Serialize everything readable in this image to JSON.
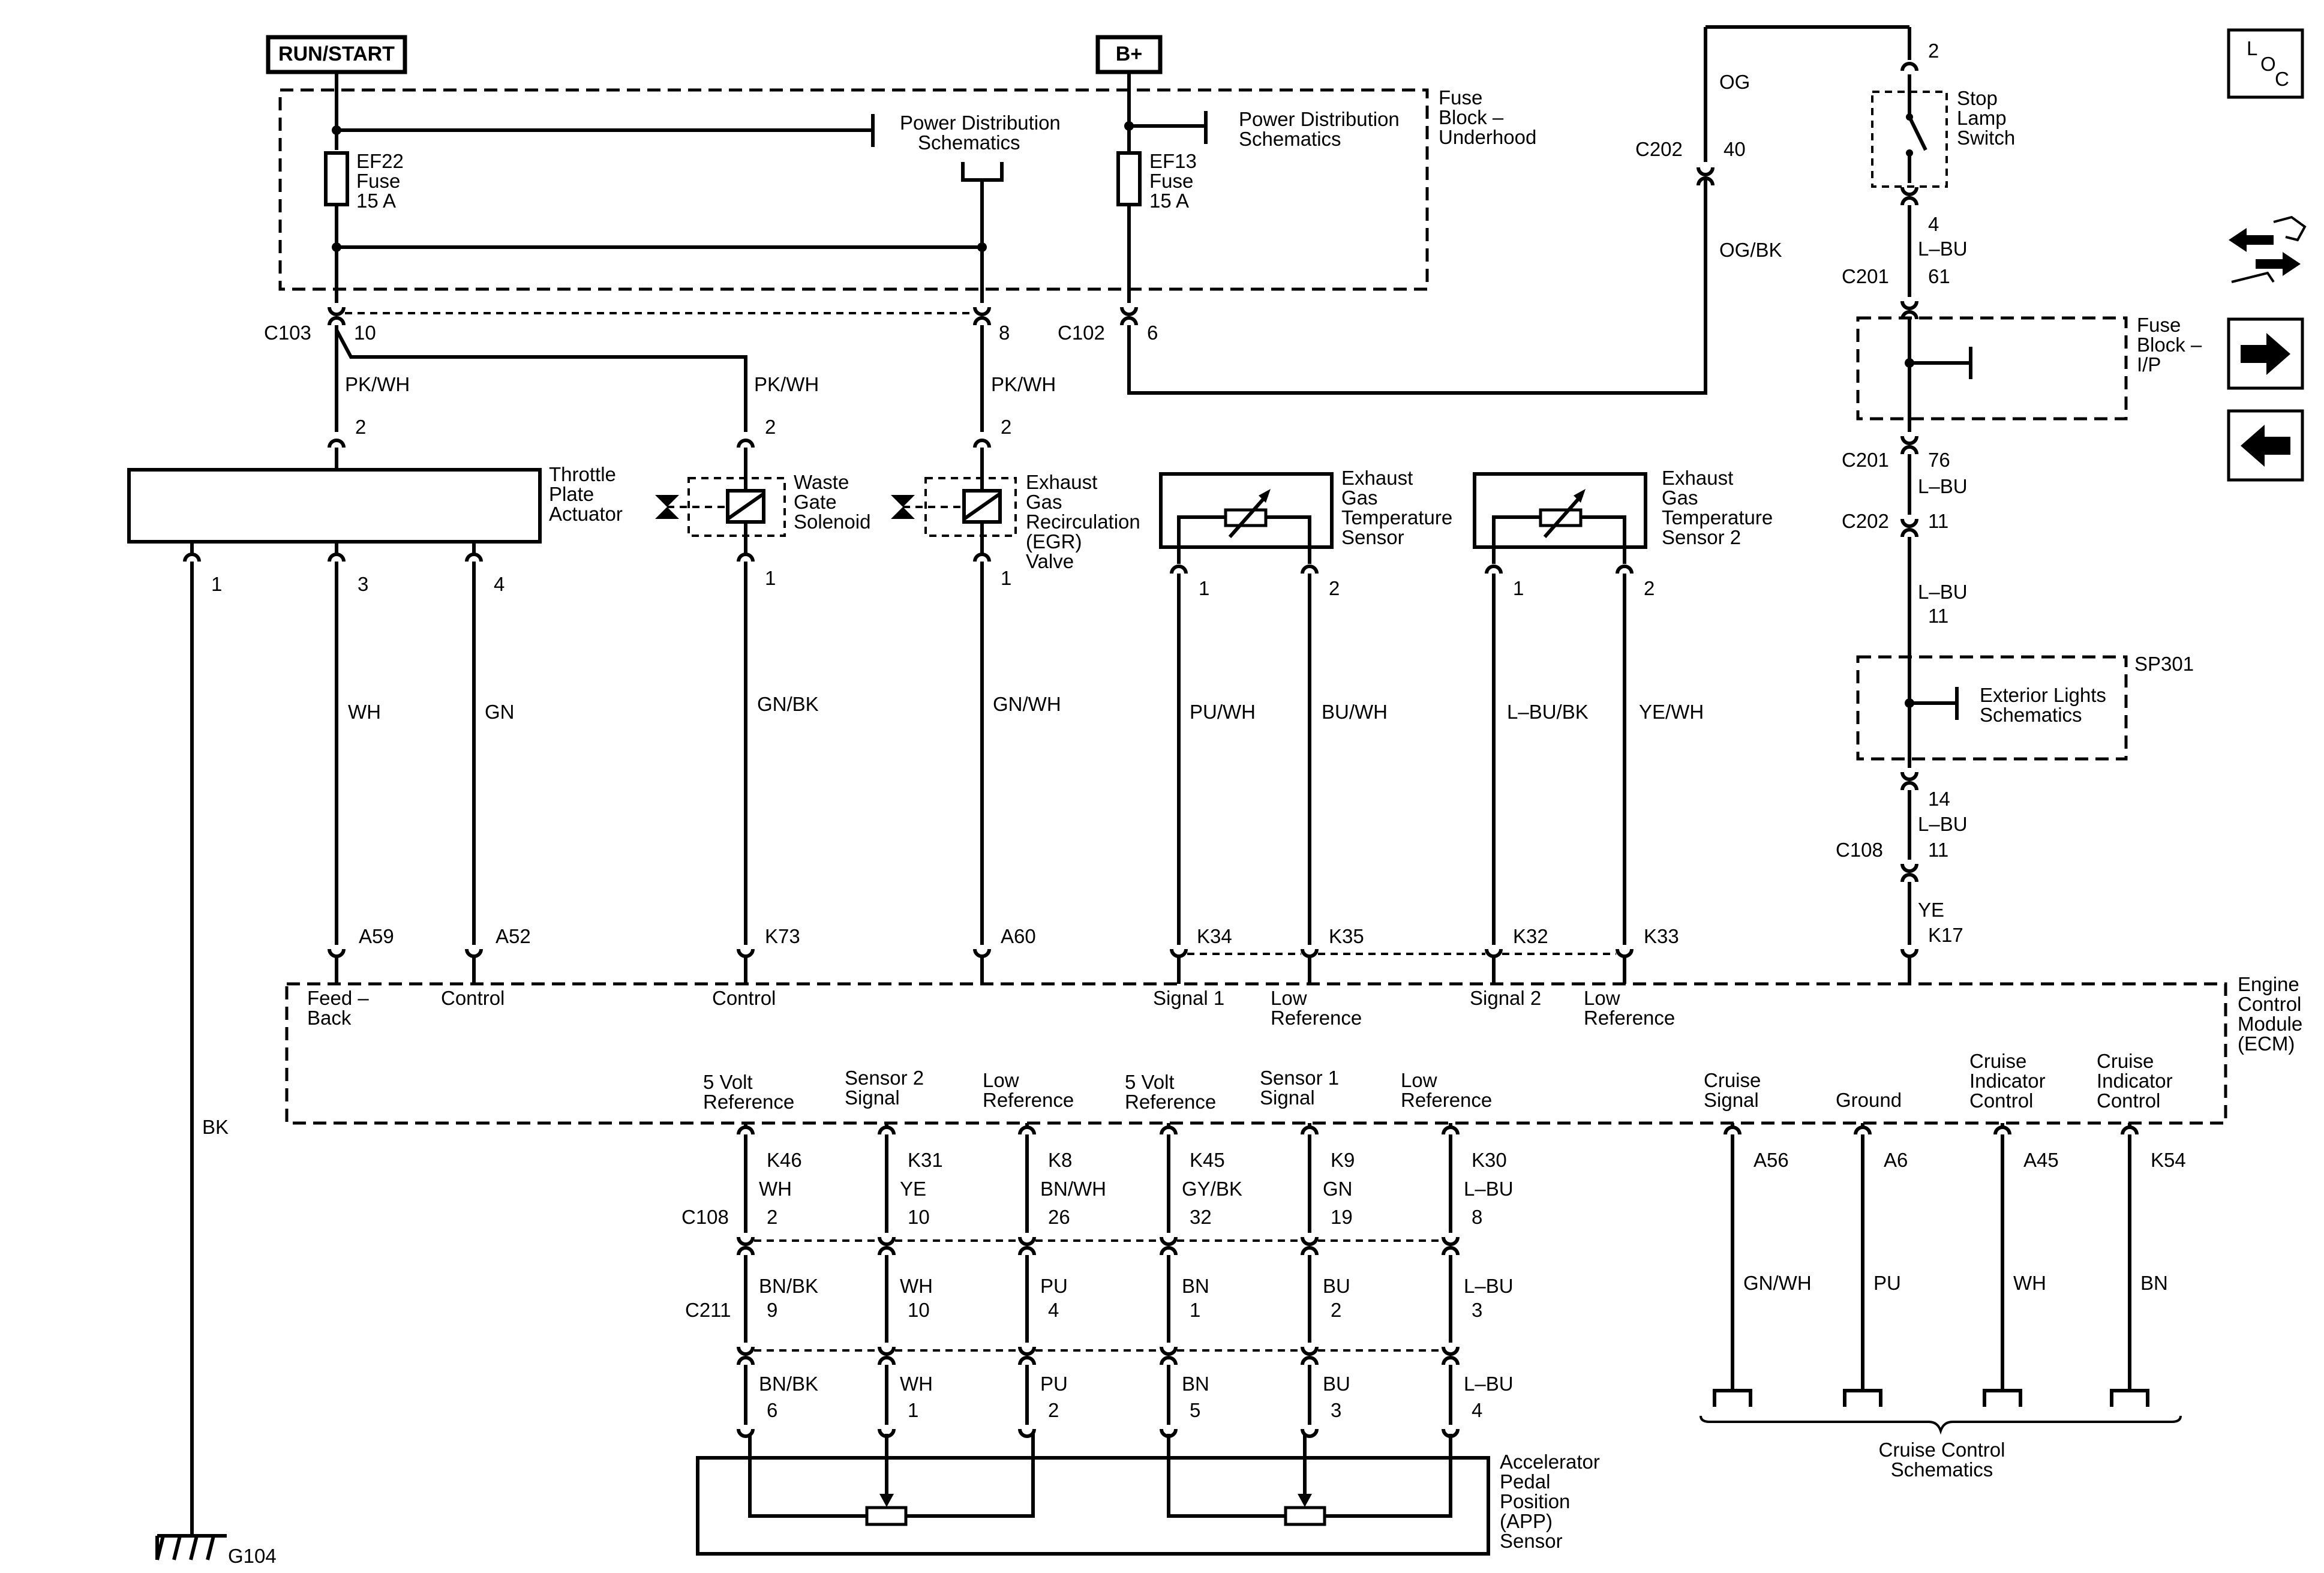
{
  "power": {
    "run_start": "RUN/START",
    "b_plus": "B+",
    "fuse_block_underhood": [
      "Fuse",
      "Block –",
      "Underhood"
    ],
    "power_distribution_1": [
      "Power Distribution",
      "Schematics"
    ],
    "power_distribution_2": [
      "Power Distribution",
      "Schematics"
    ],
    "ef22_fuse": [
      "EF22",
      "Fuse",
      "15 A"
    ],
    "ef13_fuse": [
      "EF13",
      "Fuse",
      "15 A"
    ]
  },
  "connectors": {
    "c103": "C103",
    "c103_pin1": "10",
    "c103_pin2": "8",
    "c102": "C102",
    "c102_pin": "6",
    "c202_top": "C202",
    "c202_top_pin": "40",
    "c201_a": "C201",
    "c201_a_pin": "61",
    "c201_b": "C201",
    "c201_b_pin": "76",
    "c202_b": "C202",
    "c202_b_pin": "11",
    "c108_right": "C108",
    "c108_right_pin": "11",
    "c108_bottom": "C108",
    "c211": "C211"
  },
  "stop_lamp": {
    "pin_top": "2",
    "pin_bottom": "4",
    "label": [
      "Stop",
      "Lamp",
      "Switch"
    ],
    "wire_og": "OG",
    "wire_og_bk": "OG/BK",
    "wire_lbu_1": "L–BU",
    "wire_lbu_2": "L–BU",
    "wire_lbu_3": "L–BU",
    "wire_lbu_3_pin": "11",
    "wire_lbu_4": "L–BU",
    "wire_ye": "YE"
  },
  "fuse_block_ip": [
    "Fuse",
    "Block –",
    "I/P"
  ],
  "sp301": {
    "label": "SP301",
    "exterior_lights": [
      "Exterior Lights",
      "Schematics"
    ],
    "pin_bottom": "14"
  },
  "components": {
    "throttle": {
      "label": [
        "Throttle",
        "Plate",
        "Actuator"
      ],
      "pin_top": "2",
      "pins": [
        "1",
        "3",
        "4"
      ],
      "wire_top": "PK/WH"
    },
    "waste_gate": {
      "label": [
        "Waste",
        "Gate",
        "Solenoid"
      ],
      "pin_top": "2",
      "pin_bottom": "1",
      "wire_top": "PK/WH"
    },
    "egr": {
      "label": [
        "Exhaust",
        "Gas",
        "Recirculation",
        "(EGR)",
        "Valve"
      ],
      "pin_top": "2",
      "pin_bottom": "1",
      "wire_top": "PK/WH"
    },
    "egt1": {
      "label": [
        "Exhaust",
        "Gas",
        "Temperature",
        "Sensor"
      ],
      "pins": [
        "1",
        "2"
      ]
    },
    "egt2": {
      "label": [
        "Exhaust",
        "Gas",
        "Temperature",
        "Sensor 2"
      ],
      "pins": [
        "1",
        "2"
      ]
    },
    "app": {
      "label": [
        "Accelerator",
        "Pedal",
        "Position",
        "(APP)",
        "Sensor"
      ]
    }
  },
  "upper_wires": {
    "wh": "WH",
    "gn": "GN",
    "gn_bk": "GN/BK",
    "gn_wh": "GN/WH",
    "pu_wh": "PU/WH",
    "bu_wh": "BU/WH",
    "lbu_bk": "L–BU/BK",
    "ye_wh": "YE/WH",
    "bk": "BK"
  },
  "ecm": {
    "label": [
      "Engine",
      "Control",
      "Module",
      "(ECM)"
    ],
    "top_pins": {
      "a59": "A59",
      "a52": "A52",
      "k73": "K73",
      "a60": "A60",
      "k34": "K34",
      "k35": "K35",
      "k32": "K32",
      "k33": "K33",
      "k17": "K17"
    },
    "top_labels": {
      "feedback": [
        "Feed –",
        "Back"
      ],
      "control_1": "Control",
      "control_2": "Control",
      "signal1": "Signal 1",
      "lowref1": [
        "Low",
        "Reference"
      ],
      "signal2": "Signal 2",
      "lowref2": [
        "Low",
        "Reference"
      ]
    },
    "bottom_labels": {
      "ref5v_1": [
        "5 Volt",
        "Reference"
      ],
      "sensor2_signal": [
        "Sensor 2",
        "Signal"
      ],
      "lowref_a": [
        "Low",
        "Reference"
      ],
      "ref5v_2": [
        "5 Volt",
        "Reference"
      ],
      "sensor1_signal": [
        "Sensor 1",
        "Signal"
      ],
      "lowref_b": [
        "Low",
        "Reference"
      ],
      "cruise_signal": [
        "Cruise",
        "Signal"
      ],
      "ground": "Ground",
      "cruise_ind_1": [
        "Cruise",
        "Indicator",
        "Control"
      ],
      "cruise_ind_2": [
        "Cruise",
        "Indicator",
        "Control"
      ]
    }
  },
  "app_circuits": [
    {
      "ecm_pin": "K46",
      "wire1": "WH",
      "c108_pin": "2",
      "wire2": "BN/BK",
      "c211_pin": "9",
      "wire3": "BN/BK",
      "app_pin": "6"
    },
    {
      "ecm_pin": "K31",
      "wire1": "YE",
      "c108_pin": "10",
      "wire2": "WH",
      "c211_pin": "10",
      "wire3": "WH",
      "app_pin": "1"
    },
    {
      "ecm_pin": "K8",
      "wire1": "BN/WH",
      "c108_pin": "26",
      "wire2": "PU",
      "c211_pin": "4",
      "wire3": "PU",
      "app_pin": "2"
    },
    {
      "ecm_pin": "K45",
      "wire1": "GY/BK",
      "c108_pin": "32",
      "wire2": "BN",
      "c211_pin": "1",
      "wire3": "BN",
      "app_pin": "5"
    },
    {
      "ecm_pin": "K9",
      "wire1": "GN",
      "c108_pin": "19",
      "wire2": "BU",
      "c211_pin": "2",
      "wire3": "BU",
      "app_pin": "3"
    },
    {
      "ecm_pin": "K30",
      "wire1": "L–BU",
      "c108_pin": "8",
      "wire2": "L–BU",
      "c211_pin": "3",
      "wire3": "L–BU",
      "app_pin": "4"
    }
  ],
  "cruise_circuits": [
    {
      "ecm_pin": "A56",
      "wire": "GN/WH"
    },
    {
      "ecm_pin": "A6",
      "wire": "PU"
    },
    {
      "ecm_pin": "A45",
      "wire": "WH"
    },
    {
      "ecm_pin": "K54",
      "wire": "BN"
    }
  ],
  "cruise_schematics": [
    "Cruise Control",
    "Schematics"
  ],
  "ground": "G104",
  "sidebar": {
    "loc": [
      "L",
      "O",
      "C"
    ]
  }
}
